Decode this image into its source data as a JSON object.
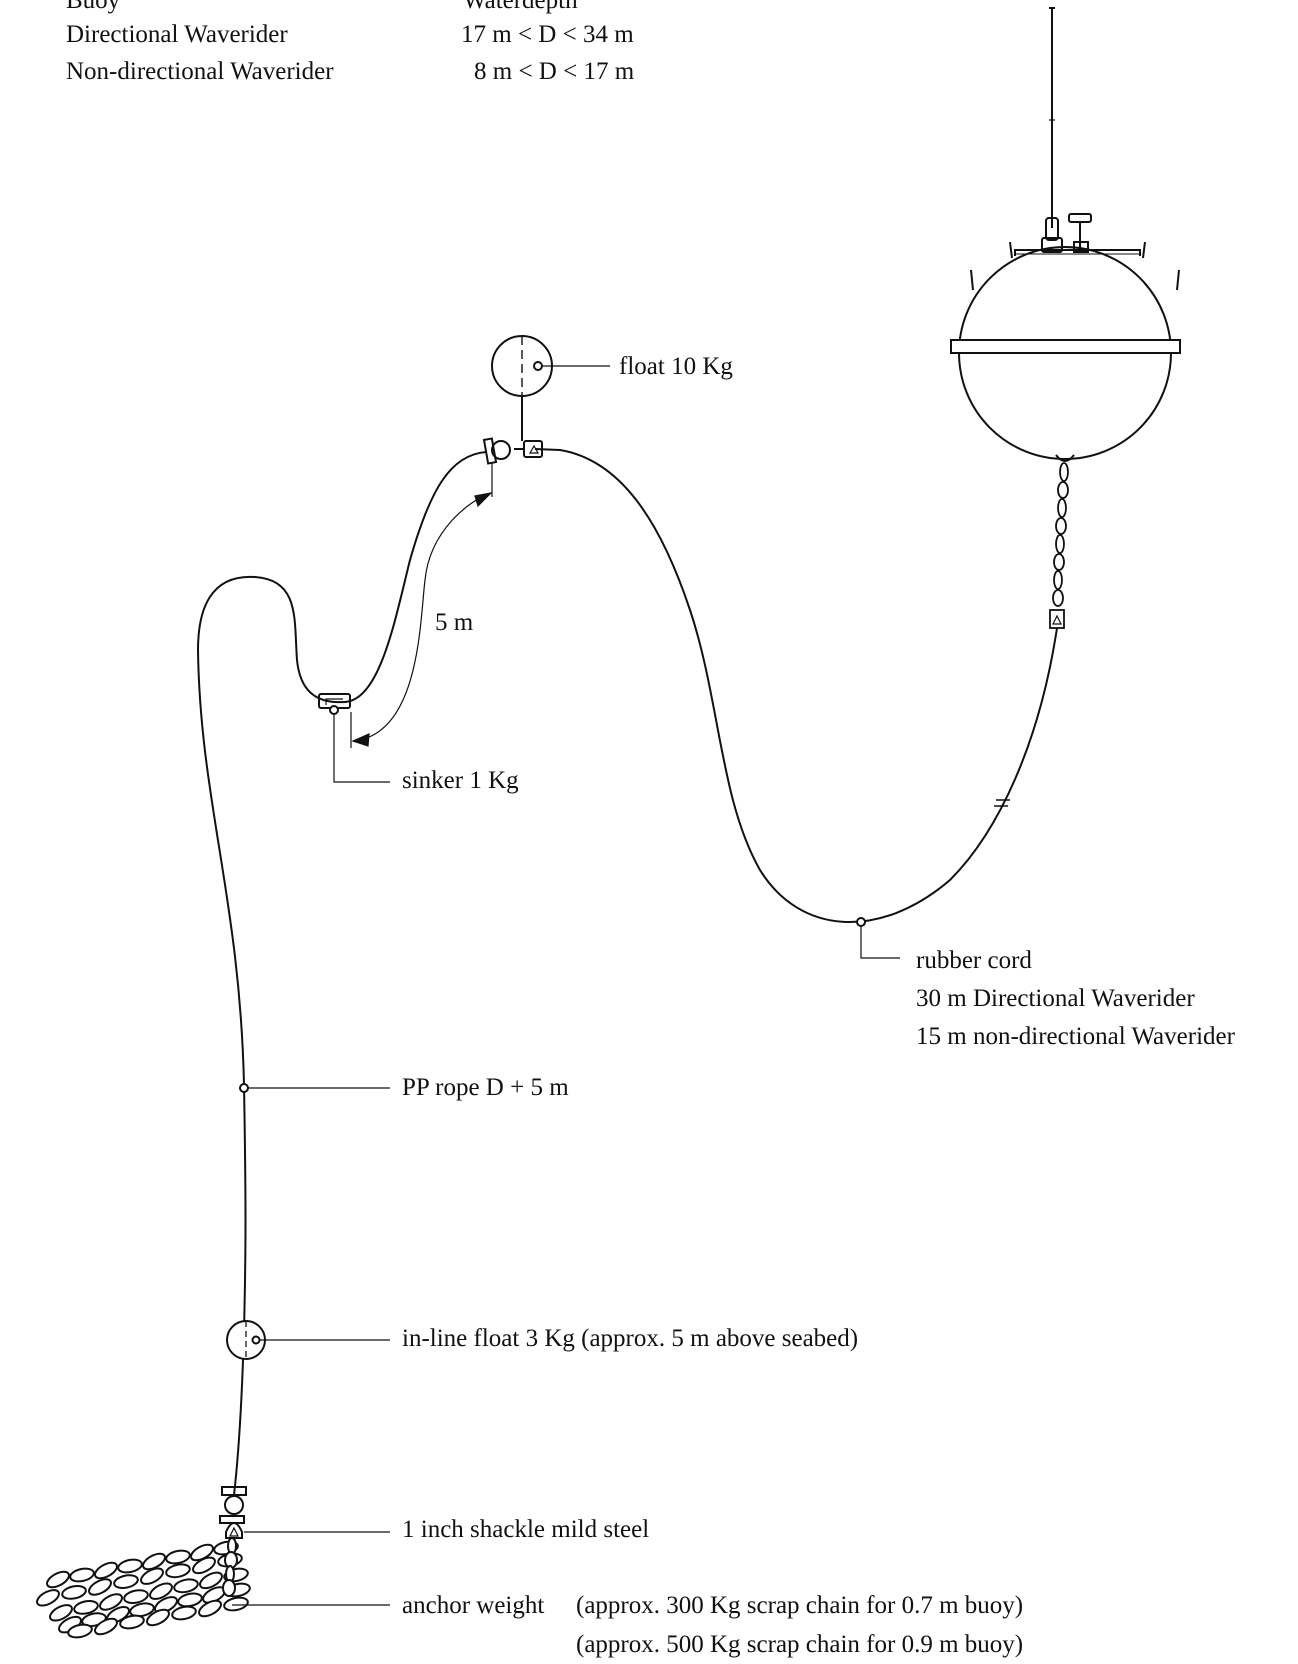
{
  "table": {
    "header": {
      "buoy": "Buoy",
      "depth": "Waterdepth"
    },
    "rows": [
      {
        "buoy": "Directional Waverider",
        "depth": "17 m < D < 34 m"
      },
      {
        "buoy": "Non-directional Waverider",
        "depth": "8 m < D < 17 m"
      }
    ]
  },
  "labels": {
    "float": "float 10 Kg",
    "dimension": "5 m",
    "sinker": "sinker 1 Kg",
    "rubber_cord": {
      "title": "rubber cord",
      "line1": "30 m Directional Waverider",
      "line2": "15 m non-directional Waverider"
    },
    "pp_rope": "PP rope D + 5 m",
    "inline_float": "in-line float 3 Kg (approx. 5 m above seabed)",
    "shackle": "1 inch shackle mild steel",
    "anchor": {
      "title": "anchor weight",
      "line1": "(approx. 300 Kg scrap chain for 0.7 m buoy)",
      "line2": "(approx. 500 Kg scrap chain for 0.9 m buoy)"
    }
  }
}
